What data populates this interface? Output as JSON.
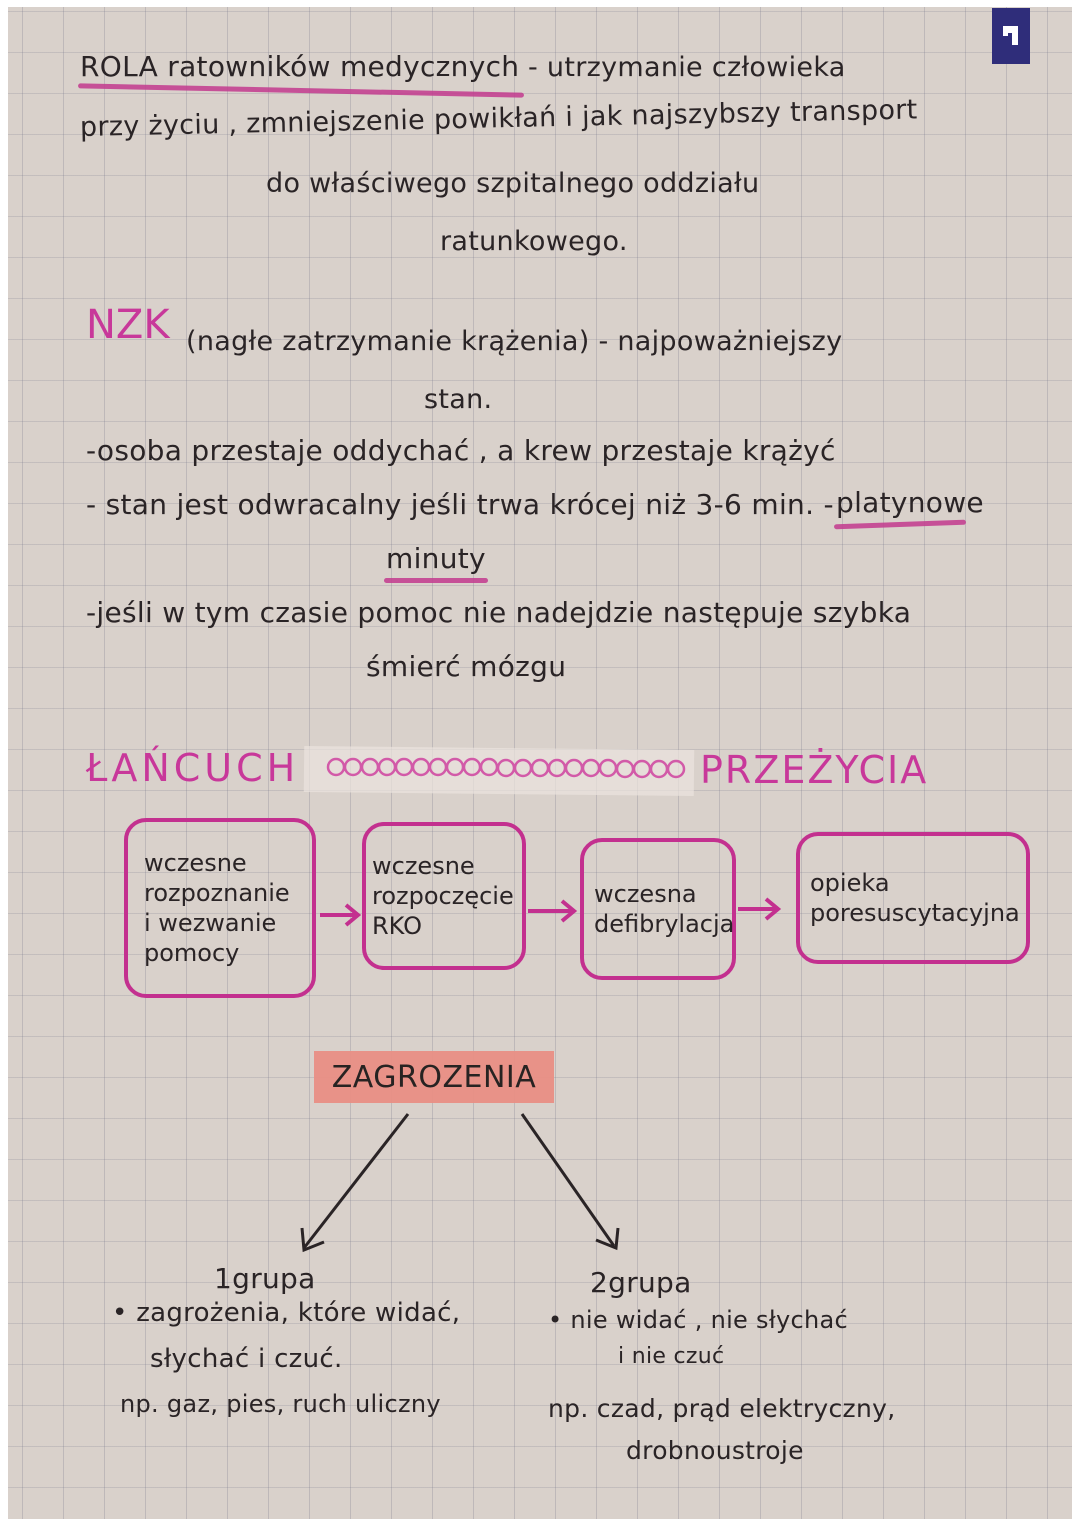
{
  "page": {
    "corner_icon": "bookmark-return-icon",
    "colors": {
      "paper": "#d9d1cb",
      "ink": "#2a2426",
      "accent_pink": "#c8389a",
      "highlight_salmon": "#e98f85",
      "corner_icon_bg": "#2f2d7a"
    }
  },
  "rola": {
    "heading": "ROLA ratowników medycznych",
    "line1_rest": "- utrzymanie człowieka",
    "line2": "przy życiu , zmniejszenie powikłań i jak najszybszy transport",
    "line3": "do właściwego szpitalnego oddziału",
    "line4": "ratunkowego."
  },
  "nzk": {
    "acronym": "NZK",
    "definition": "(nagłe zatrzymanie krążenia) - najpoważniejszy",
    "definition_cont": "stan.",
    "bullets": [
      "-osoba przestaje oddychać , a krew przestaje krążyć",
      "- stan jest odwracalny jeśli trwa krócej niż 3-6 min. -",
      "-jeśli w tym czasie pomoc nie nadejdzie następuje szybka"
    ],
    "platinum_1": "platynowe",
    "platinum_2": "minuty",
    "brain_death": "śmierć mózgu"
  },
  "chain": {
    "title_left": "ŁAŃCUCH",
    "title_right": "PRZEŻYCIA",
    "steps": [
      {
        "label": "wczesne\nrozpoznanie\ni wezwanie\n  pomocy"
      },
      {
        "label": "wczesne\nrozpoczęcie\n   RKO"
      },
      {
        "label": "wczesna\ndefibrylacja"
      },
      {
        "label": "opieka\nporesuscytacyjna"
      }
    ]
  },
  "threats": {
    "title": "ZAGROZENIA",
    "group1": {
      "title": "1grupa",
      "line1": "• zagrożenia, które widać,",
      "line2": "słychać i czuć.",
      "example": "np. gaz, pies, ruch uliczny"
    },
    "group2": {
      "title": "2grupa",
      "line1": "• nie widać , nie słychać",
      "line2": "i nie czuć",
      "example": "np. czad, prąd elektryczny,",
      "example_cont": "drobnoustroje"
    }
  }
}
